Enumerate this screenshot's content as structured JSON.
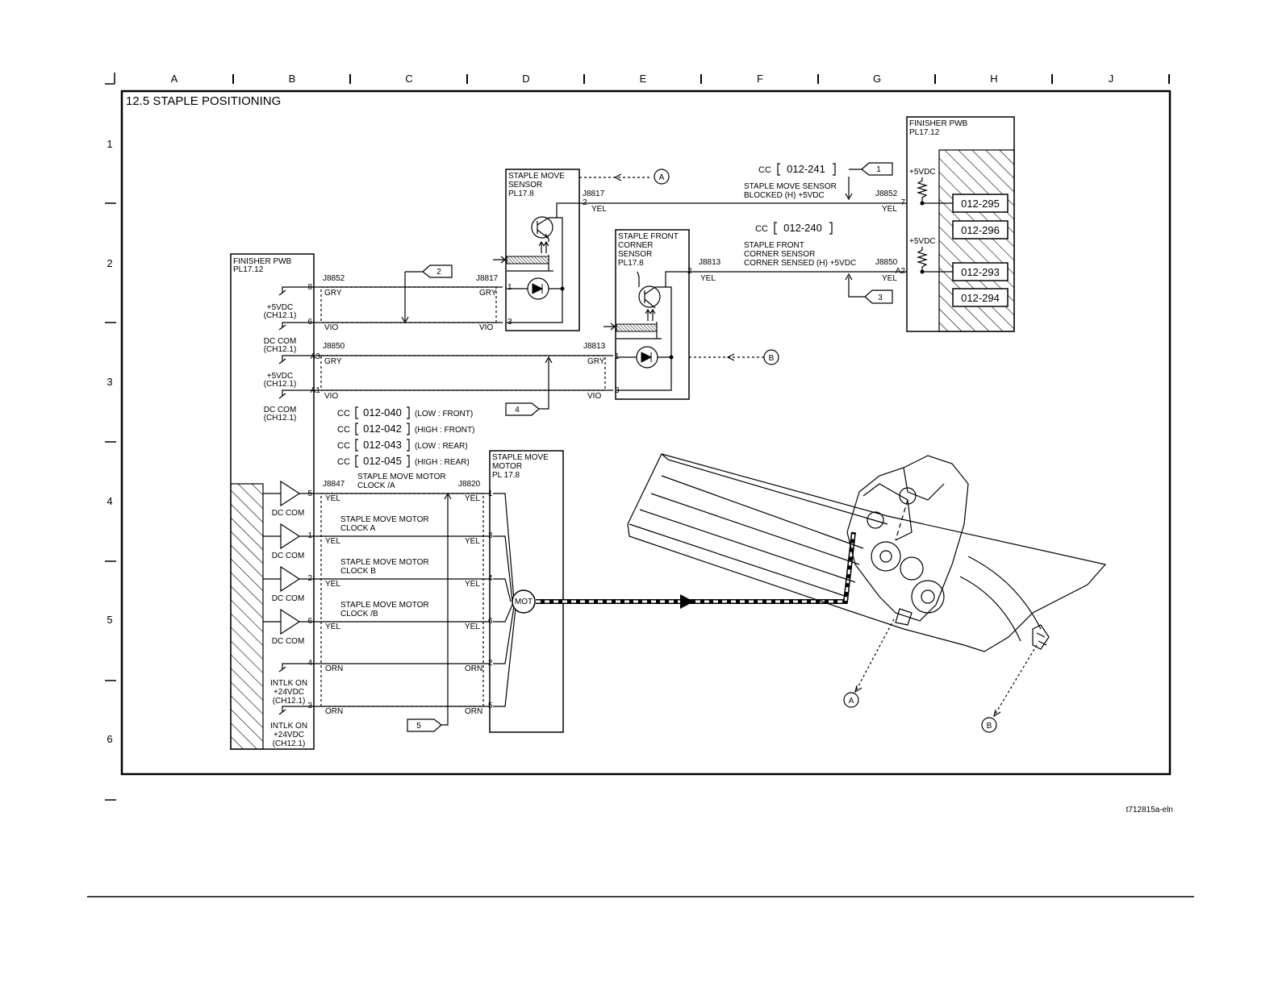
{
  "grid": {
    "columns": [
      "A",
      "B",
      "C",
      "D",
      "E",
      "F",
      "G",
      "H",
      "J"
    ],
    "rows": [
      "1",
      "2",
      "3",
      "4",
      "5",
      "6"
    ]
  },
  "title": "12.5 STAPLE POSITIONING",
  "figure_id": "t712815a-eln",
  "left_pwb": {
    "title": "FINISHER PWB",
    "ref": "PL17.12",
    "connector_top": "J8852",
    "connector_mid": "J8850",
    "connector_motor": "J8847",
    "supply_labels": [
      {
        "line1": "+5VDC",
        "line2": "(CH12.1)"
      },
      {
        "line1": "DC COM",
        "line2": "(CH12.1)"
      },
      {
        "line1": "+5VDC",
        "line2": "(CH12.1)"
      },
      {
        "line1": "DC COM",
        "line2": "(CH12.1)"
      }
    ],
    "pins_sensor": [
      "8",
      "6",
      "A3",
      "A1"
    ],
    "driver_label": "DC COM",
    "pins_motor": [
      "5",
      "1",
      "2",
      "6",
      "4",
      "3"
    ],
    "intlk_labels": [
      {
        "line1": "INTLK ON",
        "line2": "+24VDC",
        "line3": "(CH12.1)"
      },
      {
        "line1": "INTLK ON",
        "line2": "+24VDC",
        "line3": "(CH12.1)"
      }
    ]
  },
  "wires": {
    "gry": "GRY",
    "vio": "VIO",
    "yel": "YEL",
    "orn": "ORN"
  },
  "staple_move_sensor": {
    "line1": "STAPLE MOVE",
    "line2": "SENSOR",
    "line3": "PL17.8",
    "connector": "J8817",
    "pins": [
      "2",
      "1",
      "3"
    ]
  },
  "staple_front_corner_sensor": {
    "line1": "STAPLE FRONT",
    "line2": "CORNER",
    "line3": "SENSOR",
    "line4": "PL17.8",
    "connector": "J8813",
    "pins": [
      "2",
      "1",
      "3"
    ]
  },
  "right_pwb": {
    "title": "FINISHER PWB",
    "ref": "PL17.12",
    "supply": "+5VDC",
    "connector_top": "J8852",
    "connector_bottom": "J8850",
    "pin_top": "7",
    "pin_bottom": "A2",
    "codes": [
      "012-295",
      "012-296",
      "012-293",
      "012-294"
    ]
  },
  "signals": {
    "move_sensor": {
      "line1": "STAPLE MOVE SENSOR",
      "line2": "BLOCKED (H) +5VDC"
    },
    "corner_sensor": {
      "line1": "STAPLE FRONT",
      "line2": "CORNER SENSOR",
      "line3": "CORNER SENSED (H) +5VDC"
    },
    "motor": [
      {
        "line1": "STAPLE MOVE MOTOR",
        "line2": "CLOCK /A"
      },
      {
        "line1": "STAPLE MOVE MOTOR",
        "line2": "CLOCK A"
      },
      {
        "line1": "STAPLE MOVE MOTOR",
        "line2": "CLOCK B"
      },
      {
        "line1": "STAPLE MOVE MOTOR",
        "line2": "CLOCK /B"
      }
    ]
  },
  "cc_codes": {
    "prefix": "CC",
    "move_sensor": "012-241",
    "corner_sensor": "012-240",
    "motor": [
      {
        "code": "012-040",
        "note": "(LOW : FRONT)"
      },
      {
        "code": "012-042",
        "note": "(HIGH : FRONT)"
      },
      {
        "code": "012-043",
        "note": "(LOW : REAR)"
      },
      {
        "code": "012-045",
        "note": "(HIGH : REAR)"
      }
    ]
  },
  "motor": {
    "line1": "STAPLE MOVE",
    "line2": "MOTOR",
    "line3": "PL 17.8",
    "connector": "J8820",
    "pins": [
      "1",
      "3",
      "4",
      "6",
      "2",
      "5"
    ],
    "symbol": "MOT"
  },
  "test_points": [
    "1",
    "2",
    "3",
    "4",
    "5"
  ],
  "callouts": [
    "A",
    "B"
  ]
}
